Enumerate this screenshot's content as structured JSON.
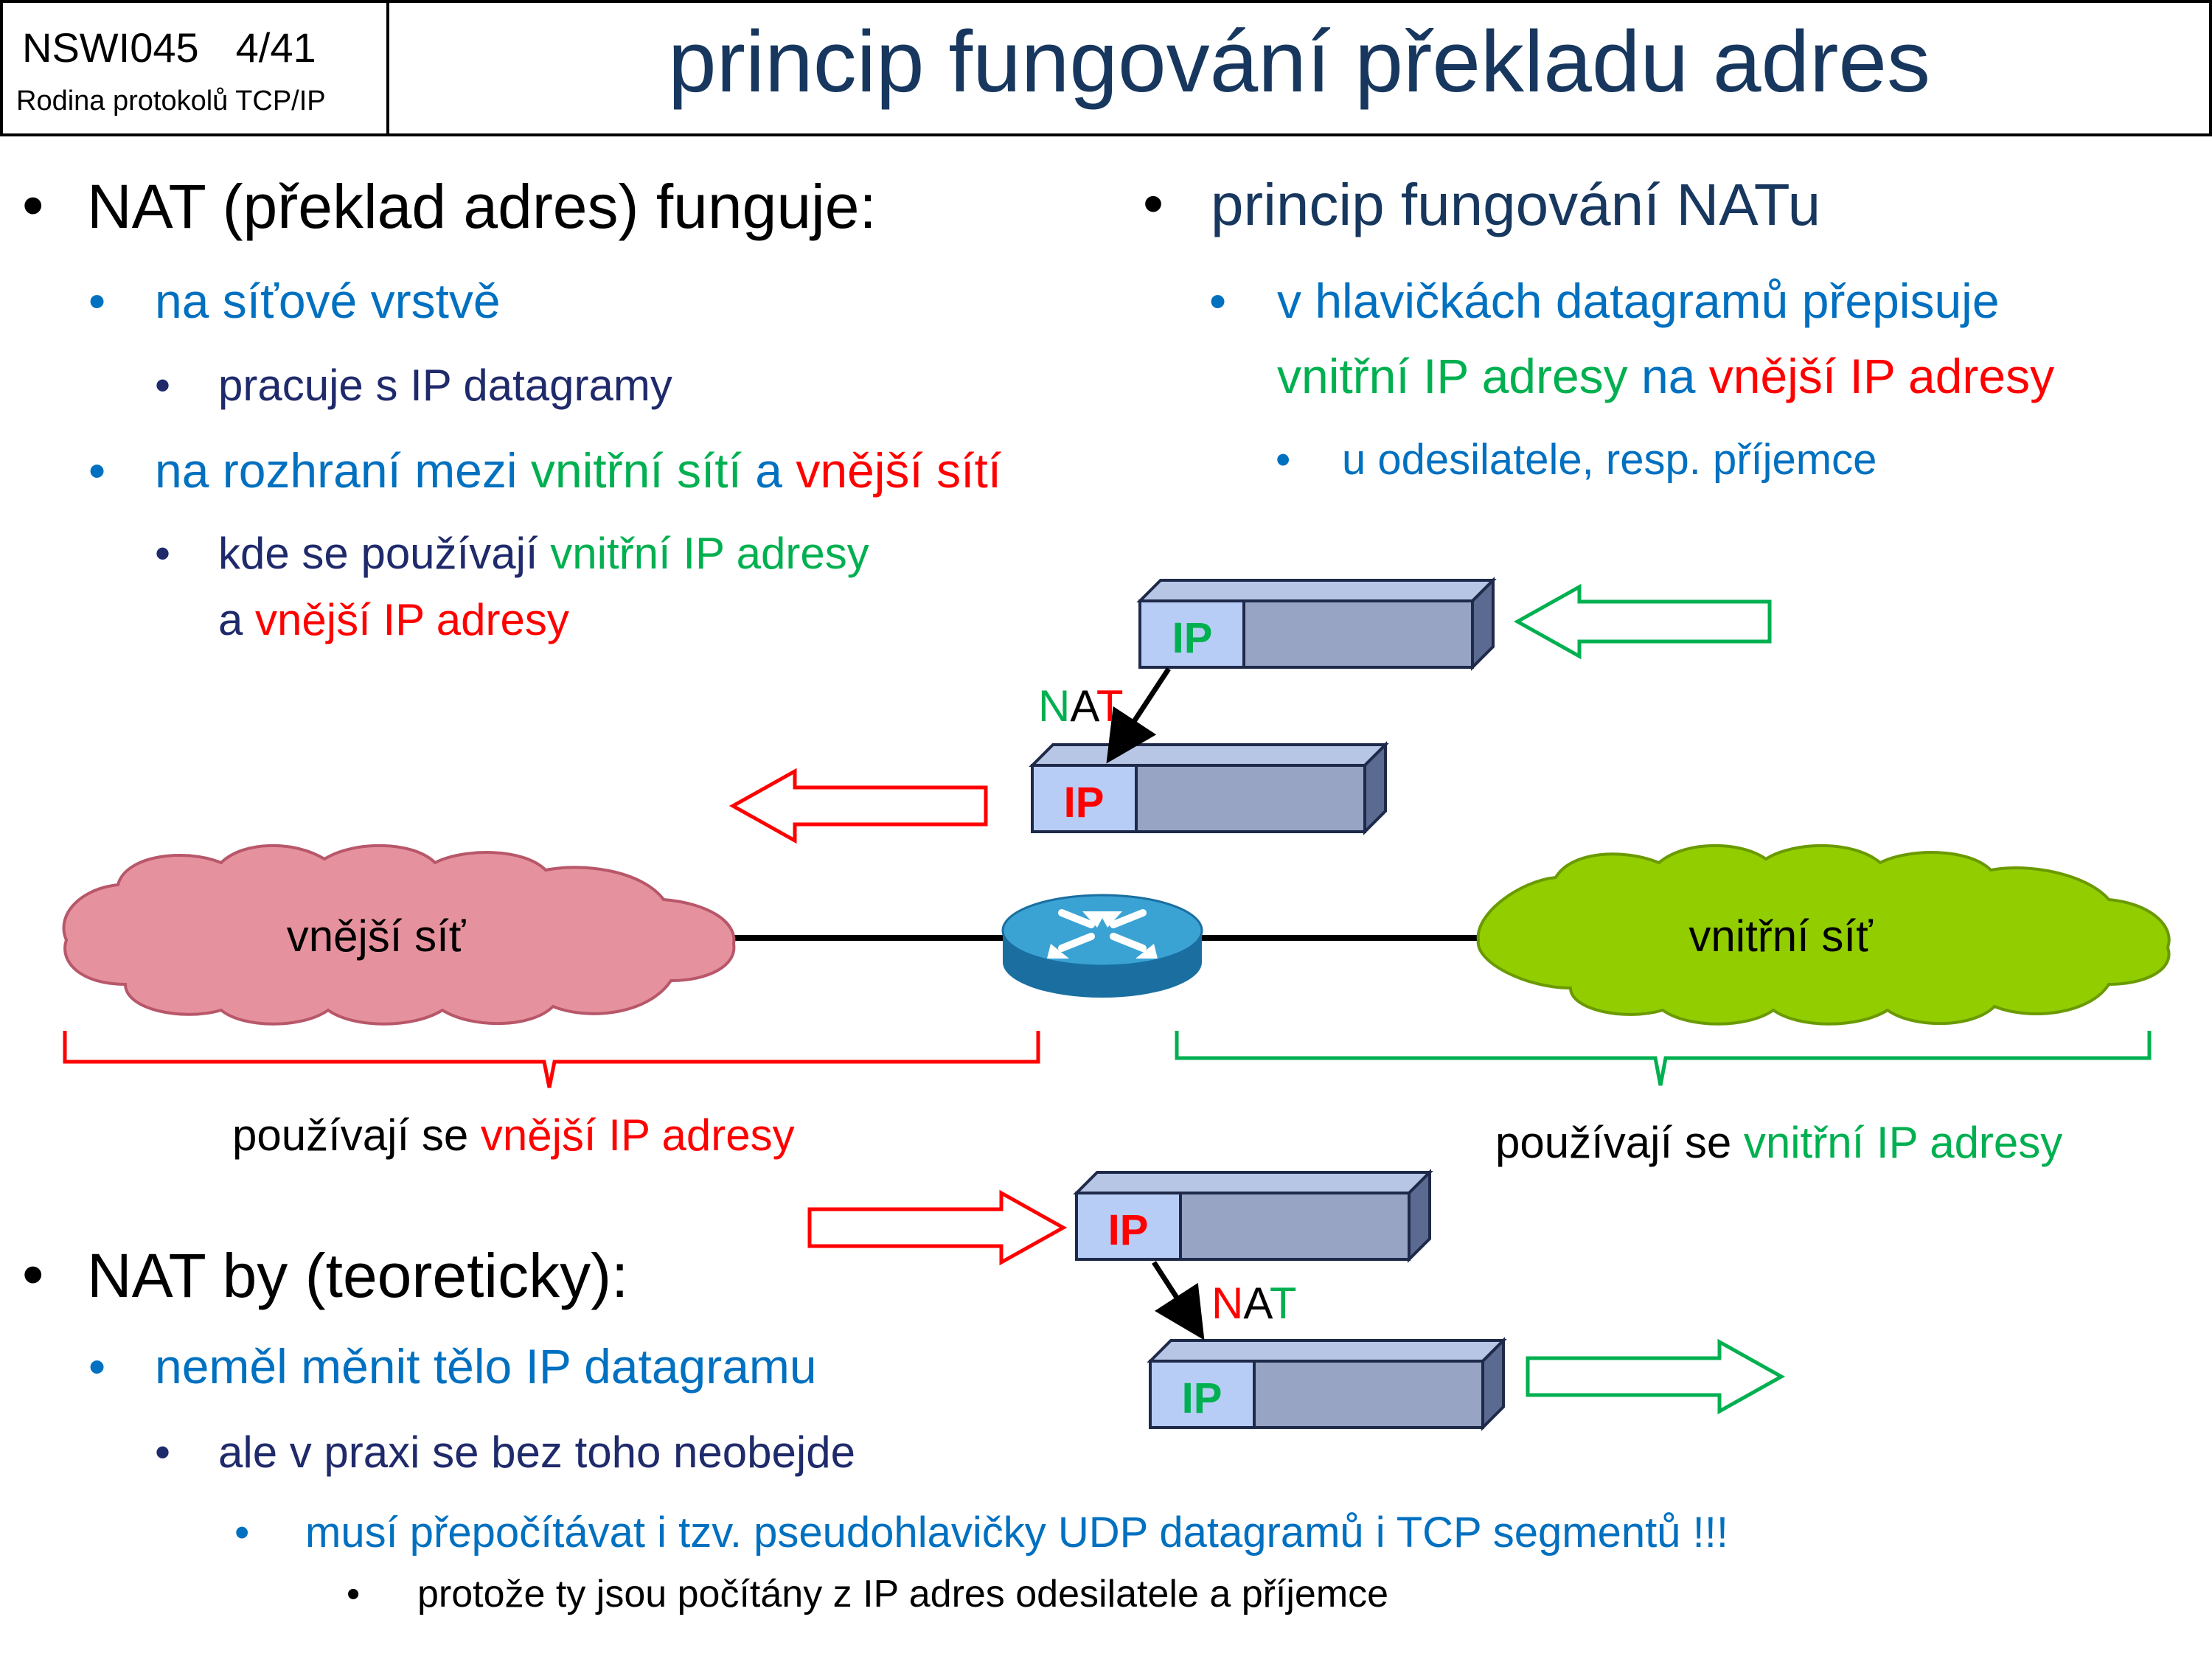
{
  "header": {
    "course_code": "NSWI045",
    "page": "4/41",
    "course_subtitle": "Rodina protokolů TCP/IP",
    "title": "princip fungování překladu adres"
  },
  "left": {
    "nat_works": "NAT (překlad adres) funguje:",
    "network_layer": "na síťové vrstvě",
    "works_ip": "pracuje s IP datagramy",
    "iface_pre": "na rozhraní mezi ",
    "iface_inner": "vnitřní sítí",
    "iface_a": " a ",
    "iface_outer": "vnější sítí",
    "where_pre": "kde se používají ",
    "where_inner": "vnitřní IP adresy",
    "where_a": "a ",
    "where_outer": "vnější IP adresy"
  },
  "right": {
    "principle": "princip fungování NATu",
    "rewrite1": "v hlavičkách datagramů přepisuje",
    "rewrite_inner": "vnitřní IP adresy",
    "rewrite_na": " na ",
    "rewrite_outer": "vnější IP adresy",
    "sender": "u odesilatele, resp. příjemce"
  },
  "diagram": {
    "ip_label": "IP",
    "nat_n": "N",
    "nat_a": "A",
    "nat_t": "T",
    "outer_cloud": "vnější síť",
    "inner_cloud": "vnitřní síť",
    "outer_uses_pre": "používají se ",
    "outer_uses": "vnější IP adresy",
    "inner_uses_pre": "používají se ",
    "inner_uses": "vnitřní IP adresy",
    "colors": {
      "green": "#00b050",
      "red": "#ff0000",
      "outer_cloud": "#e6929e",
      "inner_cloud": "#92cd00",
      "packet_body": "#97a4c4",
      "packet_header": "#b8cdf6",
      "router": "#1f8fbf"
    }
  },
  "bottom": {
    "nat_should": "NAT by (teoreticky):",
    "not_change": "neměl měnit tělo IP datagramu",
    "but_practice": "ale v praxi se bez toho neobejde",
    "must_recompute": "musí přepočítávat i tzv. pseudohlavičky UDP datagramů i TCP segmentů !!!",
    "because": "protože ty jsou počítány z IP adres odesilatele a příjemce"
  }
}
